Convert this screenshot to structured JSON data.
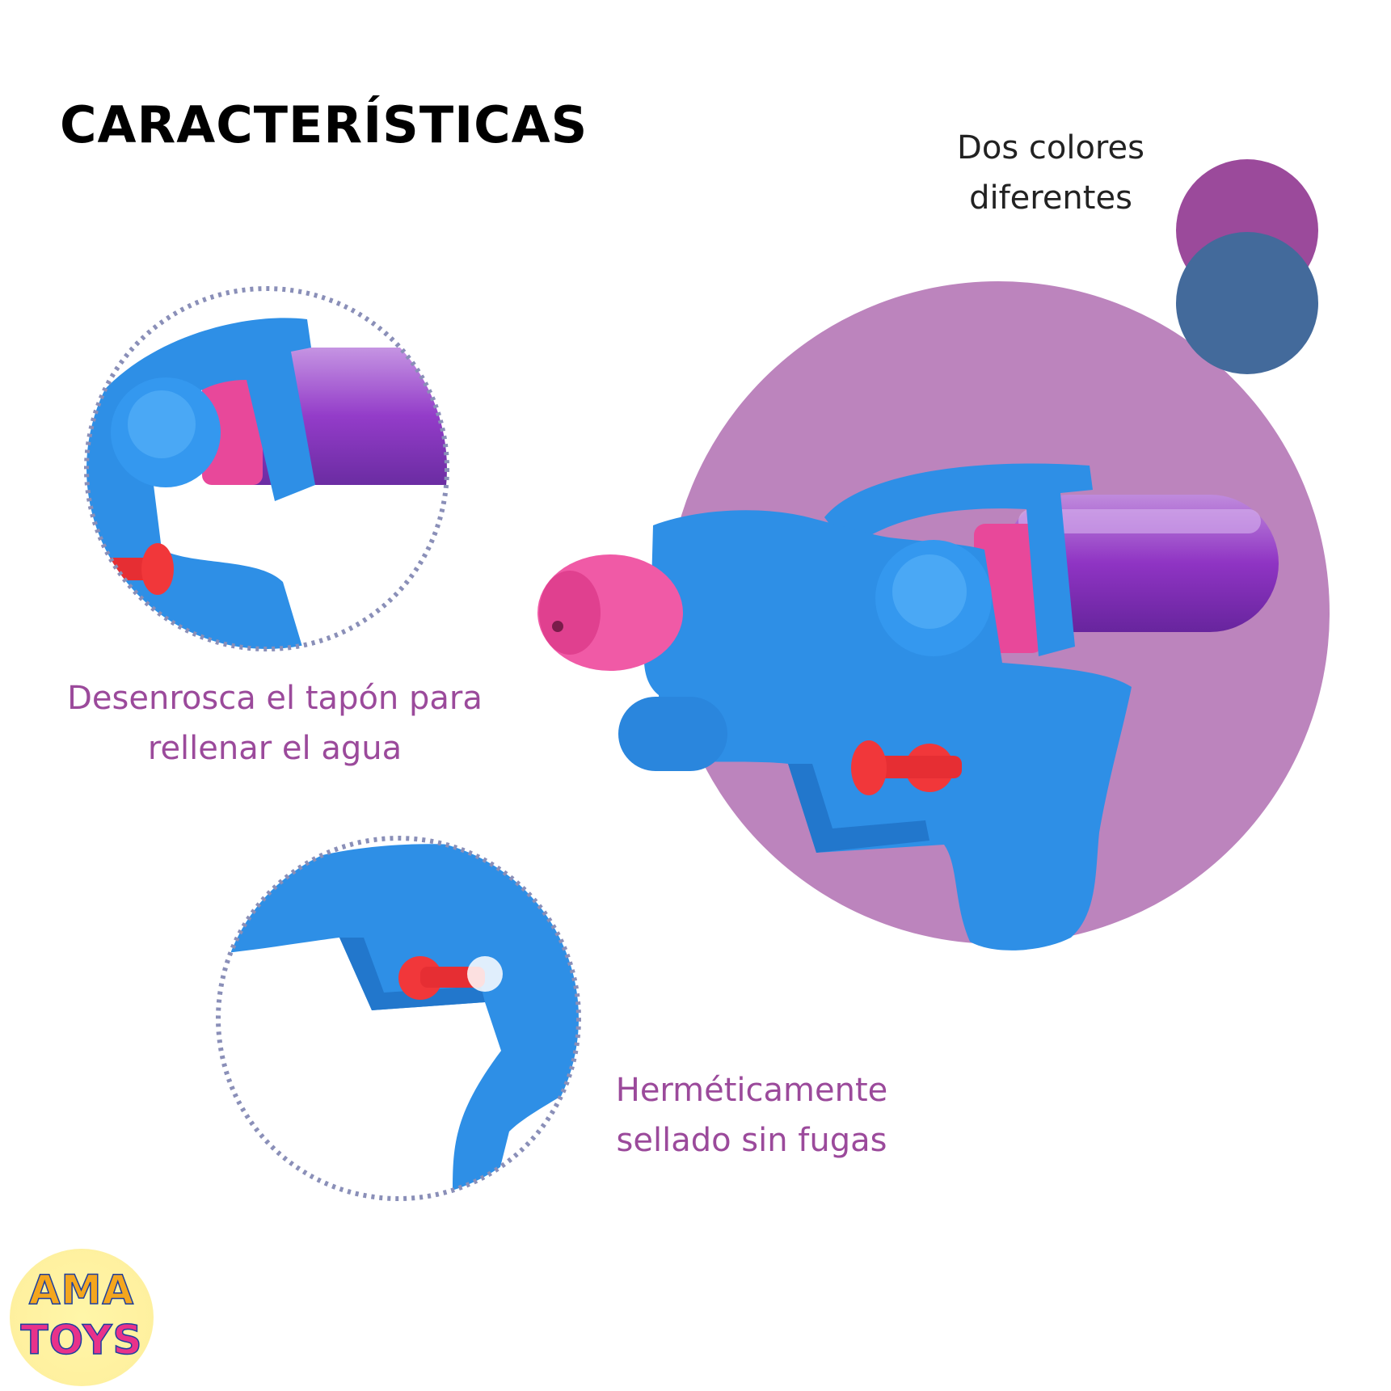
{
  "title": "CARACTERÍSTICAS",
  "features": {
    "colors": {
      "line1": "Dos colores",
      "line2": "diferentes"
    },
    "unscrew": {
      "line1": "Desenrosca el tapón para",
      "line2": "rellenar el agua"
    },
    "sealed": {
      "line1": "Herméticamente",
      "line2": "sellado sin fugas"
    }
  },
  "color_swatches": {
    "purple": "#9b4a9b",
    "blue": "#436a9b"
  },
  "accent_text_color": "#9b4a9b",
  "icons": [
    "water-gun-image",
    "pump-cap-closeup-image",
    "trigger-closeup-image",
    "amatoys-logo"
  ],
  "logo": {
    "line1": "AMA",
    "line2": "TOYS"
  }
}
